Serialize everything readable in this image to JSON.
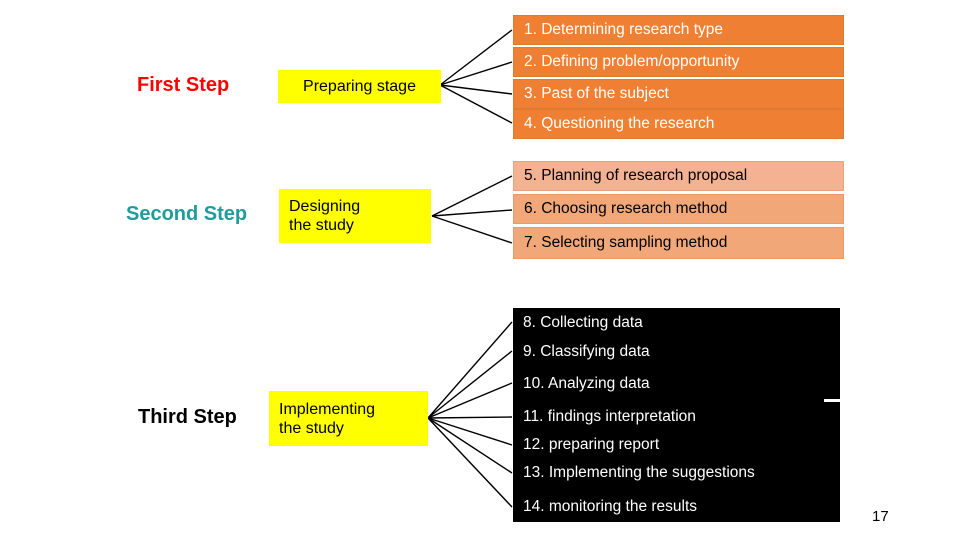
{
  "slide": {
    "page_number": "17",
    "steps": [
      {
        "label": "First Step",
        "label_color": "#ff0000",
        "stage": "Preparing stage",
        "tasks": [
          "1. Determining research type",
          "2. Defining problem/opportunity",
          "3. Past of the subject",
          "4. Questioning the research"
        ]
      },
      {
        "label": "Second Step",
        "label_color": "#1f9c9c",
        "stage": "Designing the study",
        "stage_line1": "Designing",
        "stage_line2": "the study",
        "tasks": [
          "5. Planning of research proposal",
          "6. Choosing research method",
          "7. Selecting sampling method"
        ]
      },
      {
        "label": "Third Step",
        "label_color": "#000000",
        "stage": "Implementing the study",
        "stage_line1": "Implementing",
        "stage_line2": "the study",
        "tasks": [
          "8. Collecting data",
          "9. Classifying data",
          "10. Analyzing data",
          "11. findings interpretation",
          "12. preparing report",
          "13. Implementing the suggestions",
          "14. monitoring the results"
        ]
      }
    ]
  }
}
